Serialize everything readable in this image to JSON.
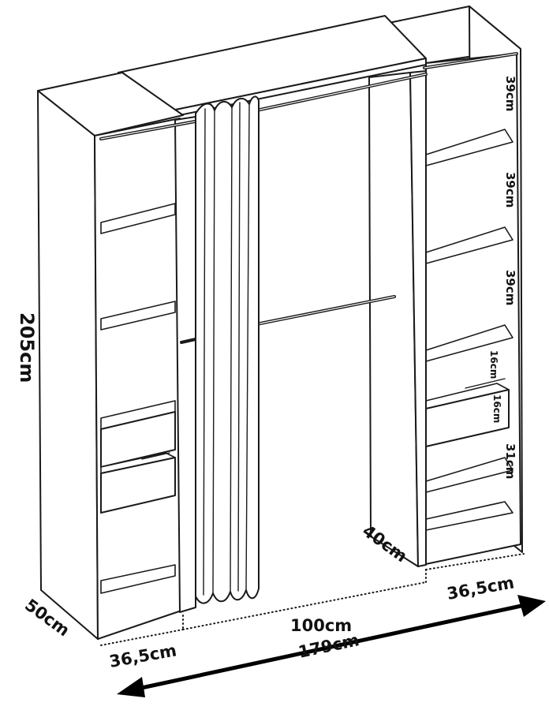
{
  "dimensions": {
    "height": "205cm",
    "depth": "50cm",
    "total_width": "179cm",
    "center_width": "100cm",
    "left_module_width": "36,5cm",
    "right_module_width": "36,5cm",
    "center_depth": "40cm",
    "right_shelf_1": "39cm",
    "right_shelf_2": "39cm",
    "right_shelf_3": "39cm",
    "drawer_1": "16cm",
    "drawer_2": "16cm",
    "right_shelf_bottom": "31cm"
  }
}
